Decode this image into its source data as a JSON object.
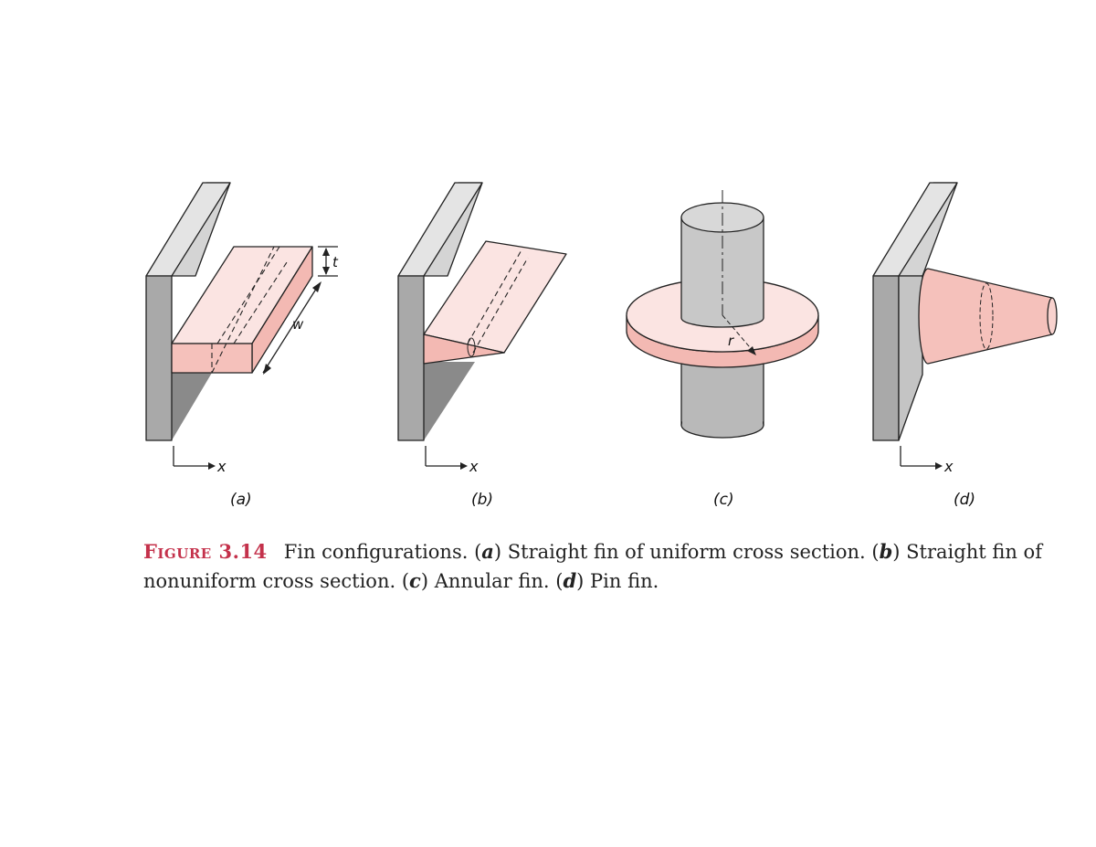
{
  "figure": {
    "number": "Figure 3.14",
    "caption_lead": "Fin configurations.",
    "parts": [
      {
        "letter": "a",
        "label": "(a)",
        "axis": "x",
        "caption": "Straight fin of uniform cross section."
      },
      {
        "letter": "b",
        "label": "(b)",
        "axis": "x",
        "caption": "Straight fin of nonuniform cross section."
      },
      {
        "letter": "c",
        "label": "(c)",
        "axis": "",
        "caption": "Annular fin."
      },
      {
        "letter": "d",
        "label": "(d)",
        "axis": "x",
        "caption": "Pin fin."
      }
    ],
    "dimensions": {
      "thickness": "t",
      "width": "w",
      "radius": "r"
    }
  },
  "colors": {
    "wall_front": "#a9a9a9",
    "wall_side": "#d4d4d4",
    "wall_shadow": "#8a8a8a",
    "fin_top": "#fbe4e2",
    "fin_front": "#f3b9b3",
    "fin_light": "#f8d2ce",
    "caption_accent": "#c4314b"
  }
}
